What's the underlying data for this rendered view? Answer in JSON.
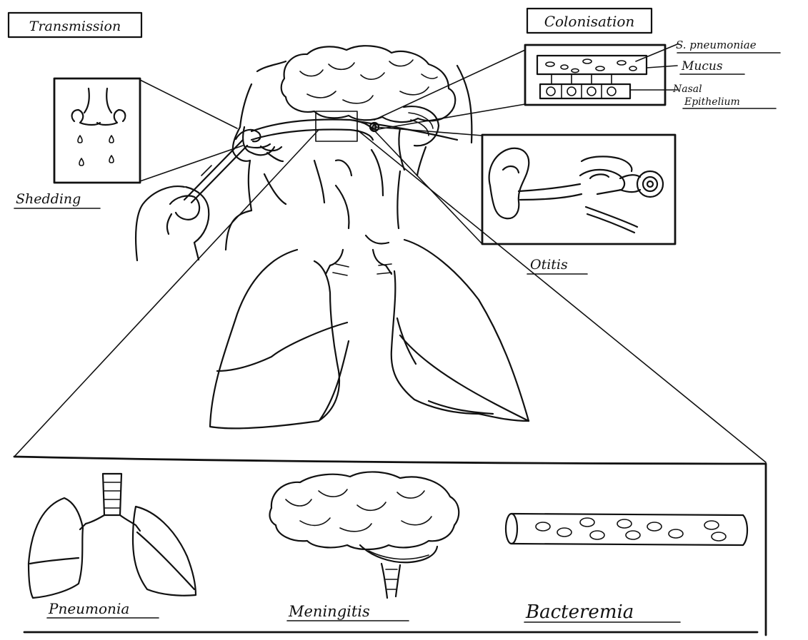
{
  "labels": {
    "transmission": "Transmission",
    "colonisation": "Colonisation",
    "s_pneumoniae": "S. pneumoniae",
    "mucus": "Mucus",
    "nasal_epithelium_line1": "Nasal",
    "nasal_epithelium_line2": "Epithelium",
    "shedding": "Shedding",
    "otitis": "Otitis",
    "pneumonia": "Pneumonia",
    "meningitis": "Meningitis",
    "bacteremia": "Bacteremia"
  },
  "colors": {
    "ink": "#111111",
    "paper": "#ffffff"
  }
}
